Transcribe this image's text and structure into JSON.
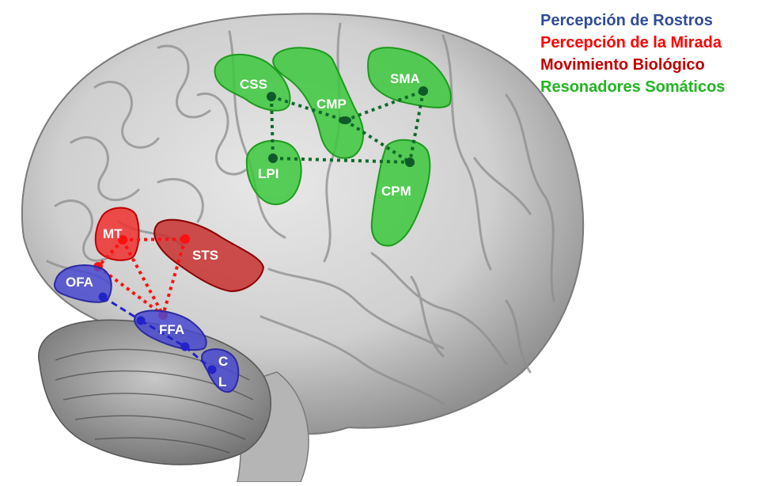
{
  "legend": {
    "face_perception": {
      "label": "Percepción de Rostros",
      "color": "#2F4C97"
    },
    "gaze_perception": {
      "label": "Percepción de la Mirada",
      "color": "#FF0000"
    },
    "biological_motion": {
      "label": "Movimiento Biológico",
      "color": "#C00000"
    },
    "somatic_resonators": {
      "label": "Resonadores Somáticos",
      "color": "#22B522"
    }
  },
  "regions": {
    "css": "CSS",
    "cmp": "CMP",
    "sma": "SMA",
    "lpi": "LPI",
    "cpm": "CPM",
    "mt": "MT",
    "sts": "STS",
    "ofa": "OFA",
    "ffa": "FFA",
    "cl_top": "C",
    "cl_bottom": "L"
  },
  "colors": {
    "green_fill": "#3CC83C",
    "green_stroke": "#1E9A1E",
    "green_node": "#0F5A2A",
    "red_fill": "#F03030",
    "red_stroke": "#C00000",
    "red_node": "#FF1010",
    "blue_fill": "#4A4AD0",
    "blue_stroke": "#2A2AA0",
    "blue_node": "#2323C8"
  }
}
